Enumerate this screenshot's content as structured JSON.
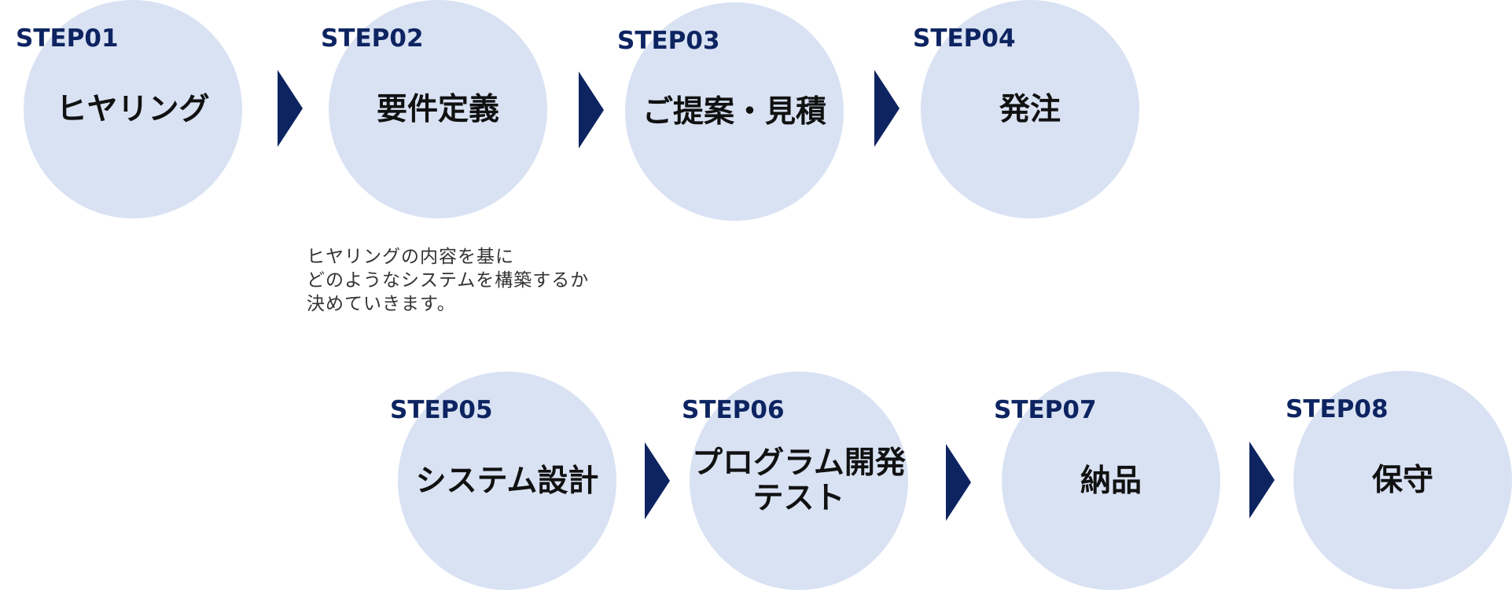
{
  "steps": [
    {
      "label": "STEP01",
      "title": "ヒヤリング"
    },
    {
      "label": "STEP02",
      "title": "要件定義"
    },
    {
      "label": "STEP03",
      "title": "ご提案・見積"
    },
    {
      "label": "STEP04",
      "title": "発注"
    },
    {
      "label": "STEP05",
      "title": "システム設計"
    },
    {
      "label": "STEP06",
      "title": "プログラム開発\nテスト"
    },
    {
      "label": "STEP07",
      "title": "納品"
    },
    {
      "label": "STEP08",
      "title": "保守"
    }
  ],
  "note": {
    "lines": [
      "ヒヤリングの内容を基に",
      "どのようなシステムを構築するか",
      "決めていきます。"
    ]
  },
  "colors": {
    "circle_fill": "#d9e2f3",
    "accent_navy": "#0d2461",
    "title_text": "#111111"
  }
}
